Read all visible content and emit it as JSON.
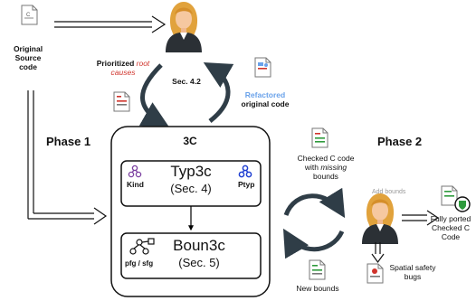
{
  "source": {
    "line1": "Original",
    "line2": "Source",
    "line3": "code",
    "file_icon_letter": "C"
  },
  "root_causes": {
    "prefix": "Prioritized",
    "word_root": "root",
    "word_causes": "causes",
    "italic_color": "#d0342c"
  },
  "sec42": "Sec. 4.2",
  "refactored": {
    "line1": "Refactored",
    "line2": "original code",
    "accent": "#6aa2ea"
  },
  "phase1": "Phase 1",
  "phase2": "Phase 2",
  "tool": {
    "title": "3C",
    "typ3c": {
      "name": "Typ3c",
      "sec": "(Sec. 4)",
      "kind_label": "Kind",
      "ptyp_label": "Ptyp"
    },
    "boun3c": {
      "name": "Boun3c",
      "sec": "(Sec. 5)",
      "pfg_label": "pfg / sfg"
    }
  },
  "checked_missing": {
    "line1": "Checked C code",
    "line2_prefix": "with",
    "line2_italic": "missing",
    "line3": "bounds"
  },
  "add_bounds": "Add bounds",
  "new_bounds": "New bounds",
  "fully_ported": {
    "line1": "Fully ported",
    "line2": "Checked C",
    "line3": "Code"
  },
  "spatial": {
    "line1": "Spatial safety",
    "line2": "bugs"
  },
  "colors": {
    "red": "#d0342c",
    "green": "#2e9a3c",
    "blue_icon": "#1f3fd1",
    "purple_icon": "#7a3fa0",
    "dark_arrow": "#2f3d47"
  },
  "icons": {
    "developer": "person-icon",
    "file": "file-icon",
    "arrow": "arrow-icon",
    "cycle": "cycle-arrow-icon"
  }
}
